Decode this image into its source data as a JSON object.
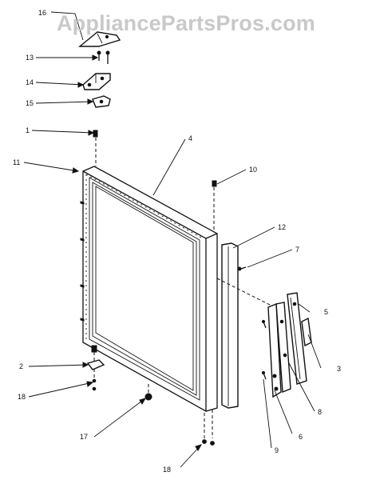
{
  "watermark": "AppliancePartsPros.com",
  "callouts": [
    {
      "id": "c16",
      "label": "16"
    },
    {
      "id": "c13",
      "label": "13"
    },
    {
      "id": "c14",
      "label": "14"
    },
    {
      "id": "c15",
      "label": "15"
    },
    {
      "id": "c1",
      "label": "1"
    },
    {
      "id": "c11",
      "label": "11"
    },
    {
      "id": "c4",
      "label": "4"
    },
    {
      "id": "c10",
      "label": "10"
    },
    {
      "id": "c12",
      "label": "12"
    },
    {
      "id": "c7",
      "label": "7"
    },
    {
      "id": "c5",
      "label": "5"
    },
    {
      "id": "c3",
      "label": "3"
    },
    {
      "id": "c2",
      "label": "2"
    },
    {
      "id": "c18a",
      "label": "18"
    },
    {
      "id": "c8",
      "label": "8"
    },
    {
      "id": "c17",
      "label": "17"
    },
    {
      "id": "c6",
      "label": "6"
    },
    {
      "id": "c9",
      "label": "9"
    },
    {
      "id": "c18b",
      "label": "18"
    }
  ]
}
